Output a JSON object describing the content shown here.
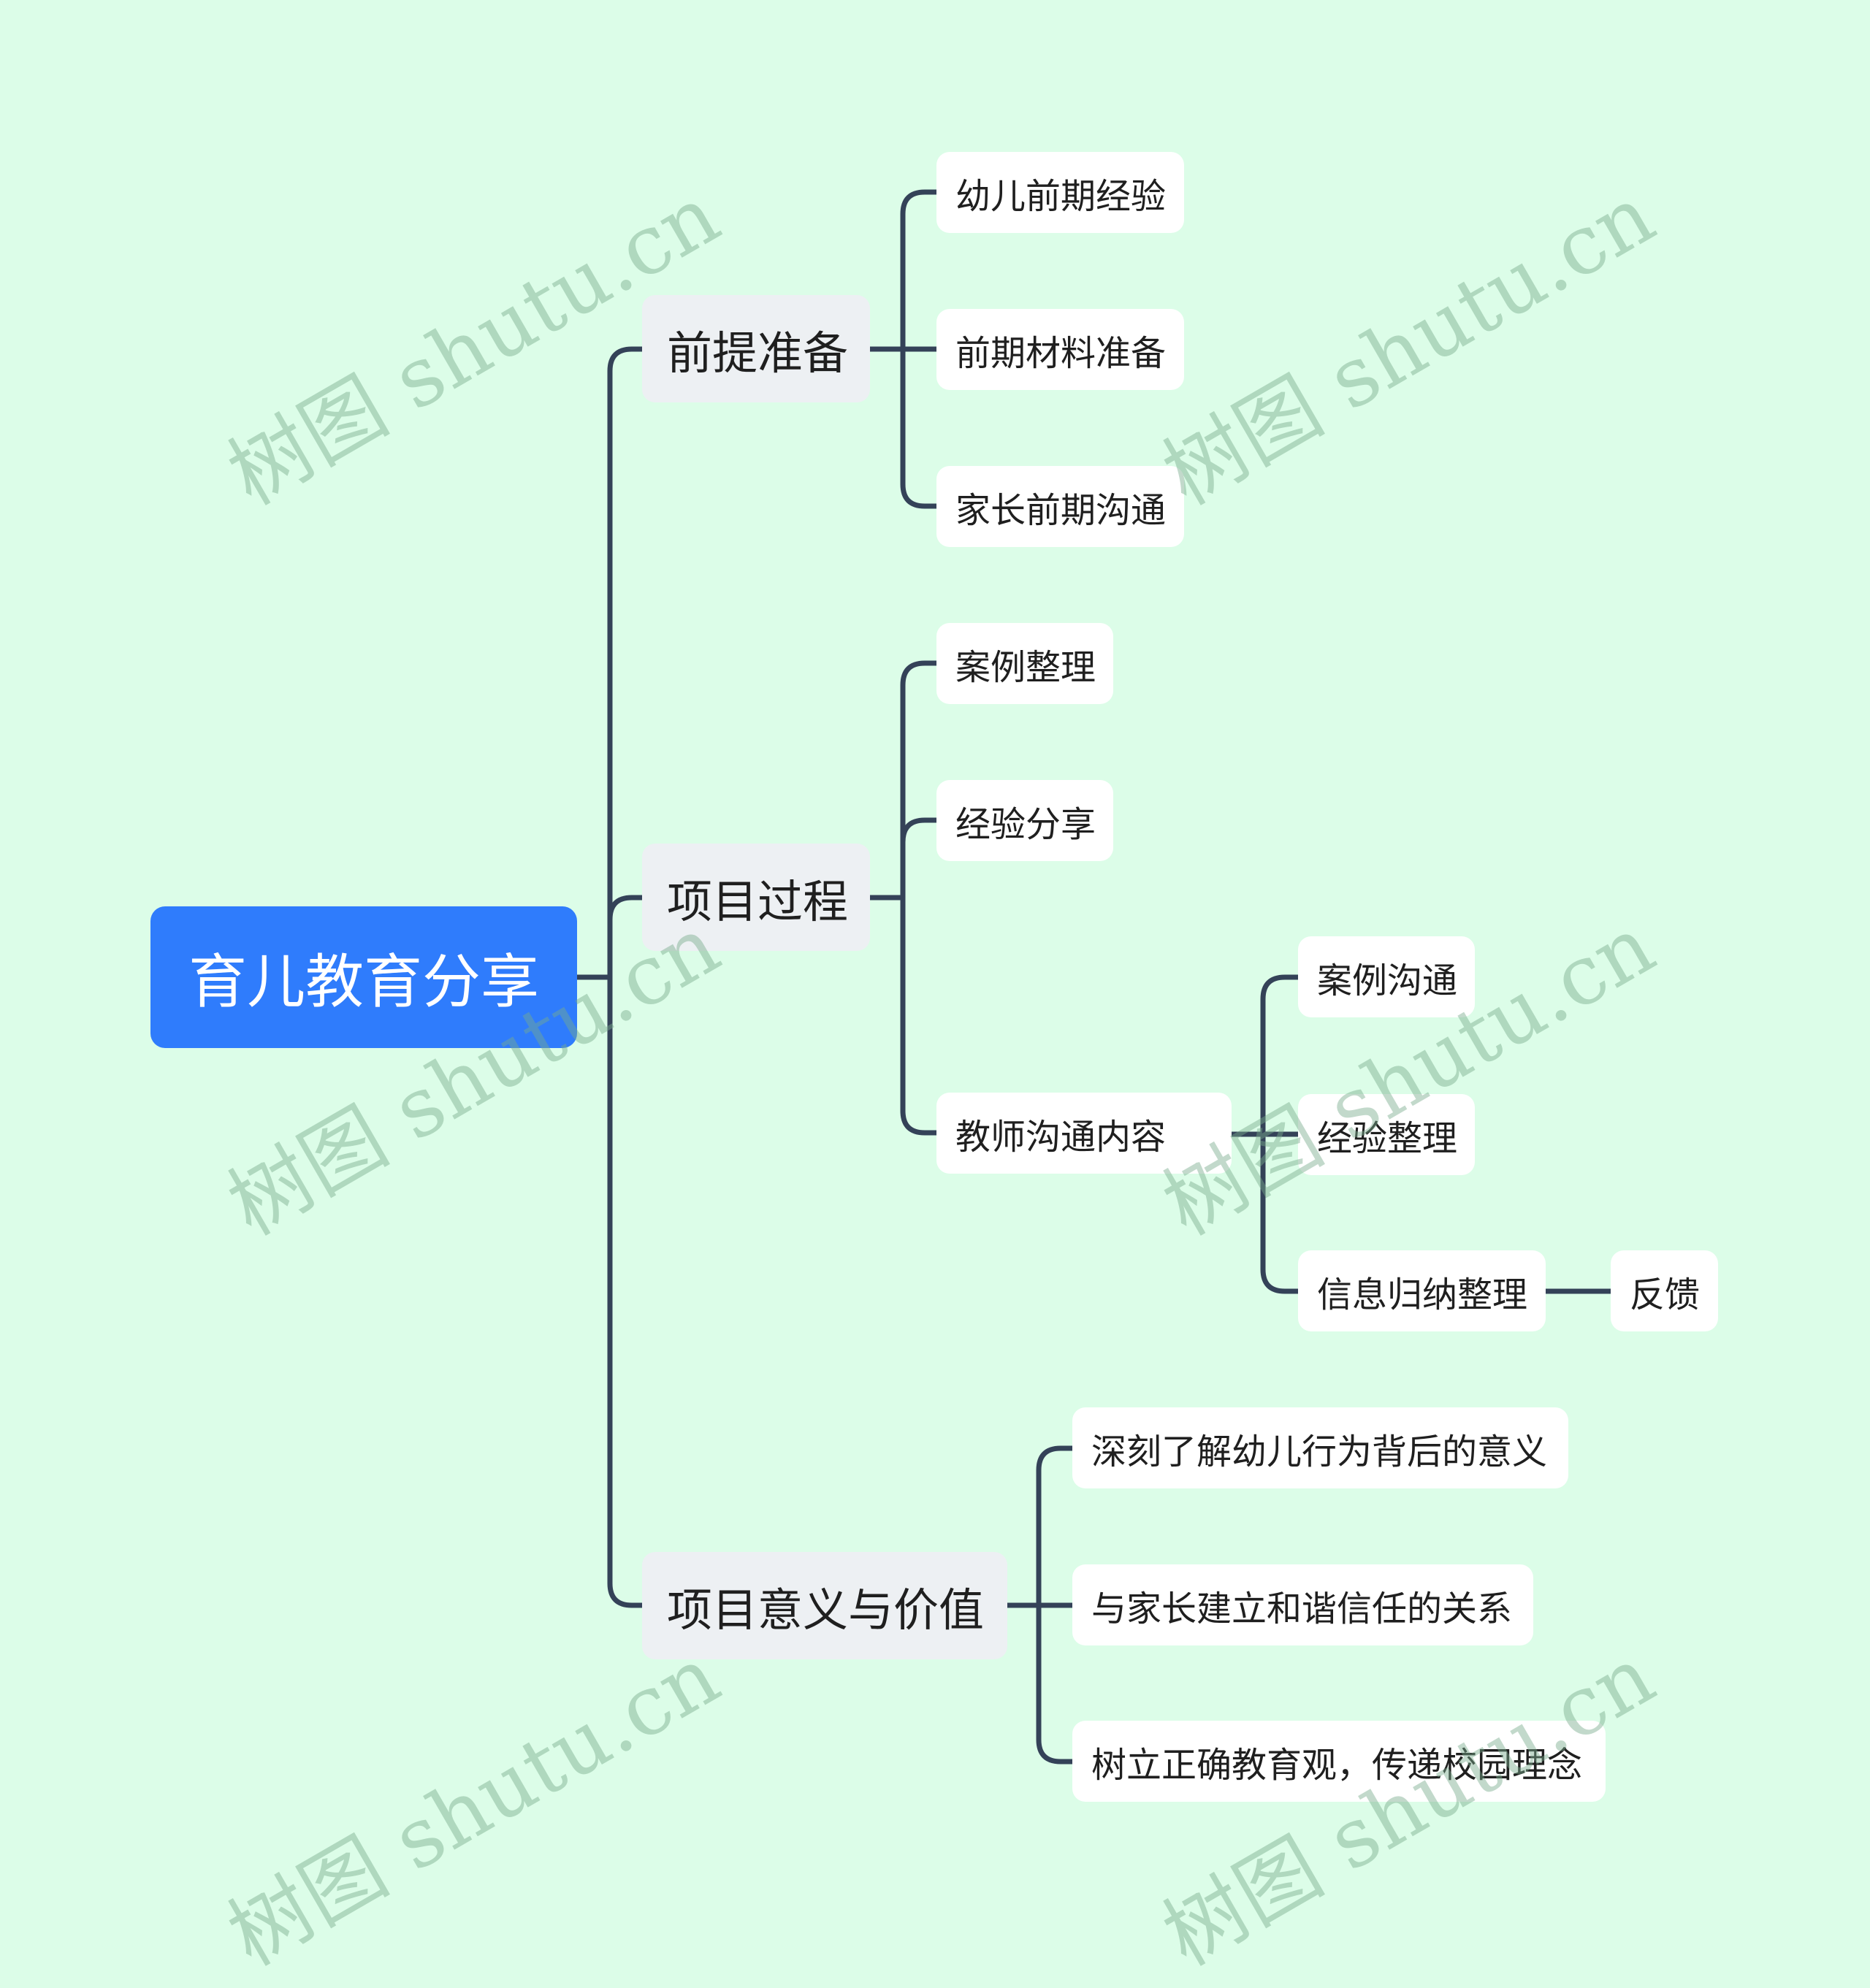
{
  "colors": {
    "background": "#dcfde8",
    "root_fill": "#2f7cfc",
    "branch_fill": "#edf0f3",
    "leaf_fill": "#ffffff",
    "connector": "#344258",
    "watermark": "#a8cdb6"
  },
  "watermark": {
    "text": "树图 shutu.cn"
  },
  "root": {
    "label": "育儿教育分享"
  },
  "branches": [
    {
      "label": "前提准备",
      "children": [
        {
          "label": "幼儿前期经验"
        },
        {
          "label": "前期材料准备"
        },
        {
          "label": "家长前期沟通"
        }
      ]
    },
    {
      "label": "项目过程",
      "children": [
        {
          "label": "案例整理"
        },
        {
          "label": "经验分享"
        },
        {
          "label": "教师沟通内容",
          "children": [
            {
              "label": "案例沟通"
            },
            {
              "label": "经验整理"
            },
            {
              "label": "信息归纳整理",
              "children": [
                {
                  "label": "反馈"
                }
              ]
            }
          ]
        }
      ]
    },
    {
      "label": "项目意义与价值",
      "children": [
        {
          "label": "深刻了解幼儿行为背后的意义"
        },
        {
          "label": "与家长建立和谐信任的关系"
        },
        {
          "label": "树立正确教育观，传递校园理念"
        }
      ]
    }
  ]
}
